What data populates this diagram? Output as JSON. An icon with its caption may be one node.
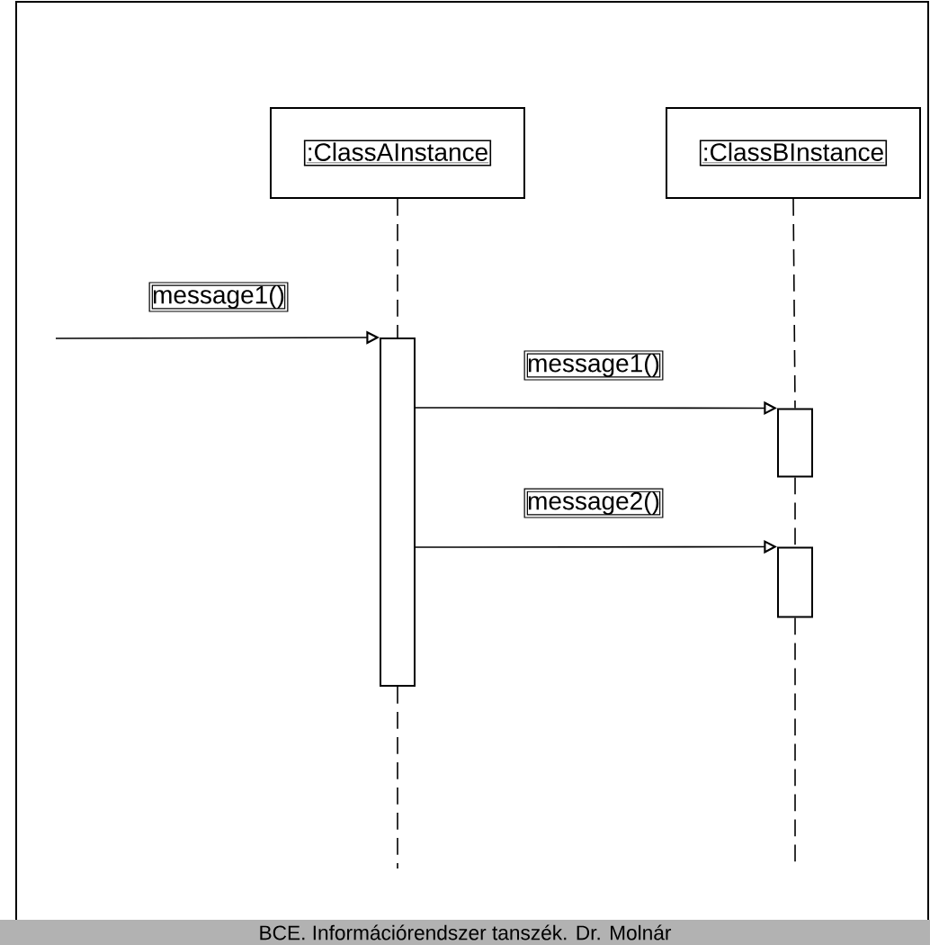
{
  "diagram": {
    "nodes": [
      {
        "text": [
          ":ClassAInstance"
        ]
      },
      {
        "text": [
          ":ClassBInstance"
        ]
      },
      {
        "text": [],
        "shape": "bar"
      },
      {
        "text": [],
        "shape": "bar"
      },
      {
        "text": [],
        "shape": "bar"
      }
    ],
    "edges": [
      {
        "from": null,
        "to": 2,
        "arrow": "to",
        "label": "message1()"
      },
      {
        "from": 2,
        "to": 3,
        "arrow": "to",
        "label": "message1()"
      },
      {
        "from": 2,
        "to": 4,
        "arrow": "to",
        "label": "message2()"
      },
      {
        "from": 0,
        "to": 2,
        "arrow": "none",
        "style": "dashed"
      },
      {
        "from": 1,
        "to": 3,
        "arrow": "none",
        "style": "dashed"
      },
      {
        "from": 3,
        "to": 4,
        "arrow": "none",
        "style": "dashed"
      },
      {
        "from": 2,
        "to": null,
        "arrow": "none",
        "style": "dashed"
      },
      {
        "from": 4,
        "to": null,
        "arrow": "none",
        "style": "dashed"
      }
    ],
    "labels": [
      "BCE. Információrendszer tanszék. Dr. Molnár"
    ]
  }
}
